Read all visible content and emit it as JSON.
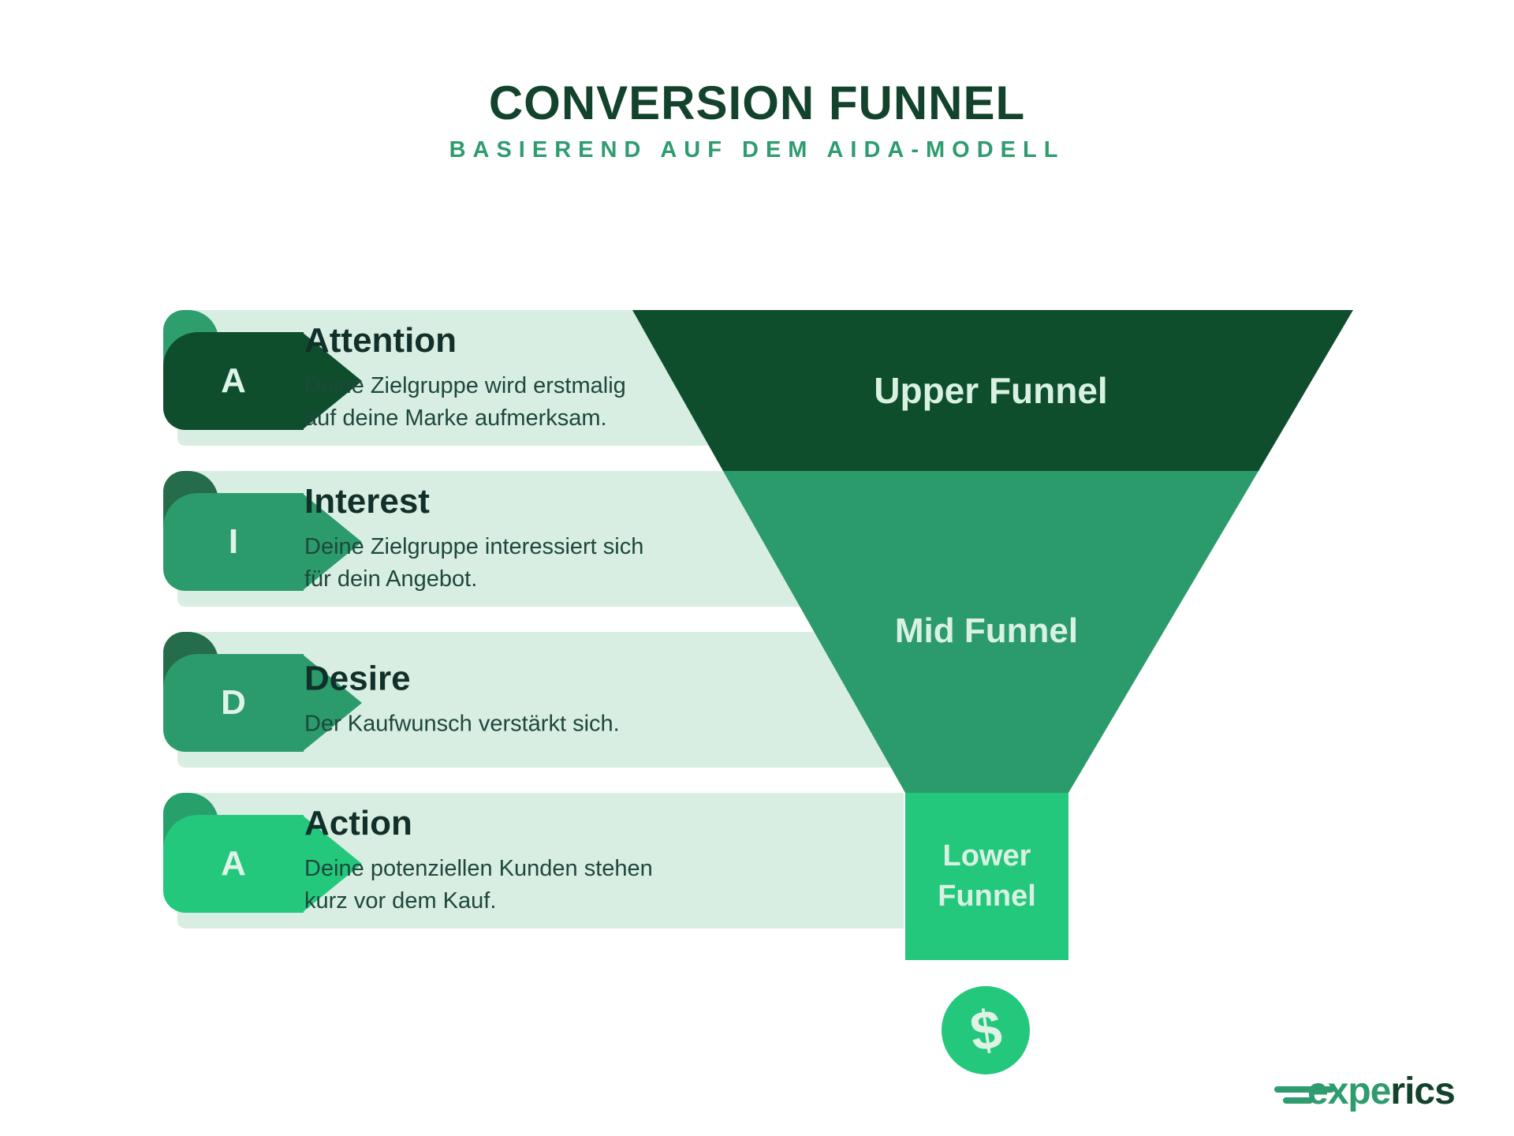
{
  "header": {
    "title": "CONVERSION FUNNEL",
    "subtitle": "BASIEREND AUF DEM AIDA-MODELL"
  },
  "stages": [
    {
      "letter": "A",
      "title": "Attention",
      "description": "Deine Zielgruppe wird erstmalig auf deine Marke aufmerksam.",
      "desc_line1": "Deine Zielgruppe wird erstmalig",
      "desc_line2": "auf deine Marke aufmerksam."
    },
    {
      "letter": "I",
      "title": "Interest",
      "description": "Deine Zielgruppe interessiert sich für dein Angebot.",
      "desc_line1": "Deine Zielgruppe interessiert sich",
      "desc_line2": "für dein Angebot."
    },
    {
      "letter": "D",
      "title": "Desire",
      "description": "Der Kaufwunsch verstärkt sich.",
      "desc_line1": "Der Kaufwunsch verstärkt sich.",
      "desc_line2": ""
    },
    {
      "letter": "A",
      "title": "Action",
      "description": "Deine potenziellen Kunden stehen kurz vor dem Kauf.",
      "desc_line1": "Deine potenziellen Kunden stehen",
      "desc_line2": "kurz vor dem Kauf."
    }
  ],
  "funnel": {
    "upper_label": "Upper Funnel",
    "mid_label": "Mid Funnel",
    "lower_label": "Lower Funnel",
    "dollar_symbol": "$"
  },
  "logo": {
    "part1": "expe",
    "part2": "rics"
  },
  "colors": {
    "background": "#ffffff",
    "title_dark_green": "#14432d",
    "subtitle_green": "#2e9c6e",
    "stage_bar_mint": "#d9eee2",
    "upper_funnel_dark": "#0e4e2c",
    "mid_funnel_green": "#2b9b6c",
    "lower_funnel_bright": "#23c87d",
    "badge_text_mint": "#dff4e9",
    "funnel_label_mint": "#d8f1e2",
    "stage_title_text": "#11302a",
    "stage_desc_text": "#1e473d"
  }
}
